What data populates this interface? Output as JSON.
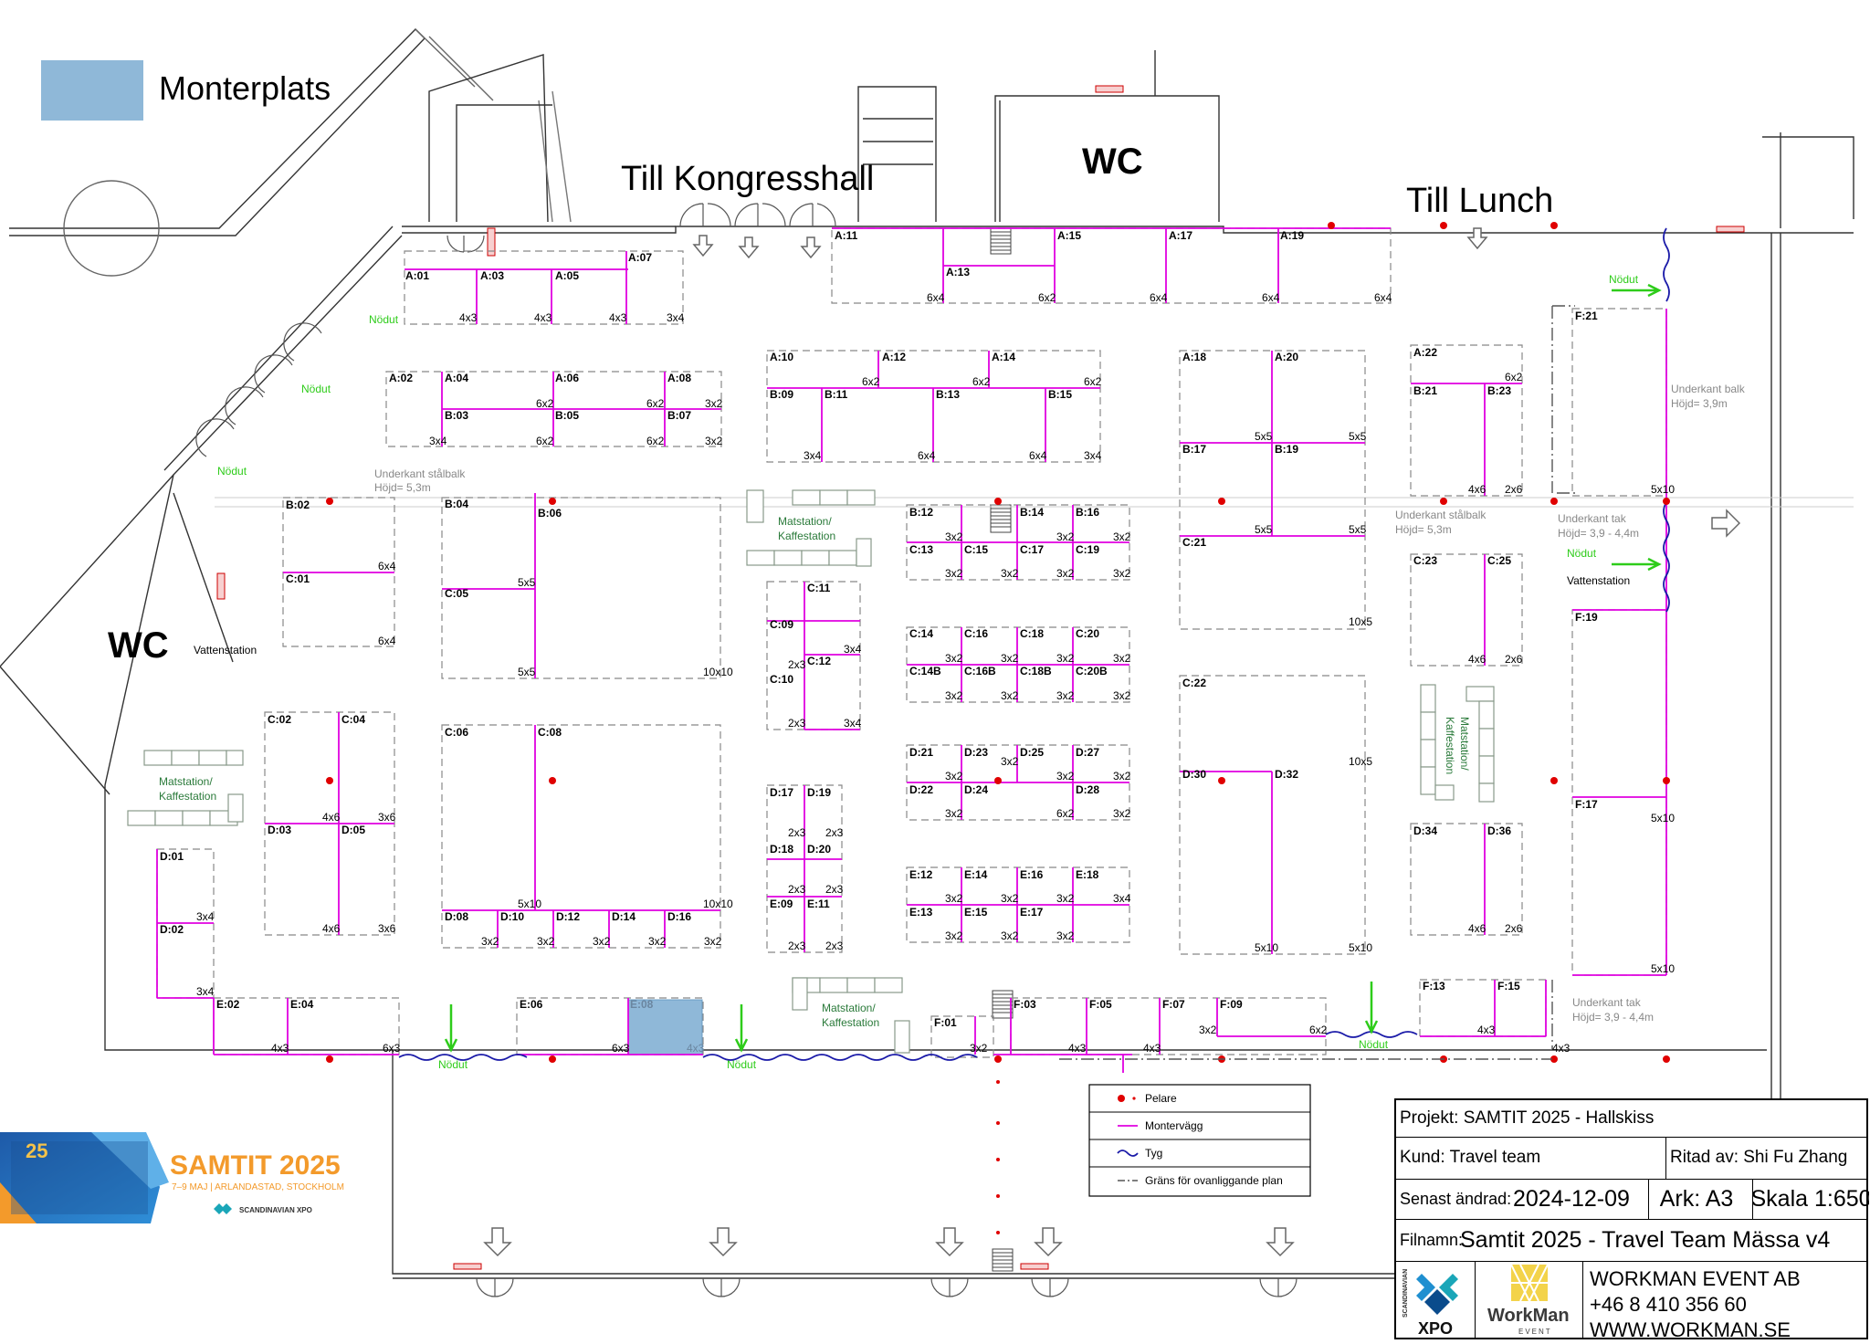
{
  "legend": {
    "label": "Monterplats",
    "color": "#8fb8d8"
  },
  "headings": {
    "kongress": "Till Kongresshall",
    "lunch": "Till Lunch",
    "wc_top": "WC",
    "wc_left": "WC"
  },
  "colors": {
    "wall": "#e000e0",
    "outline": "#888888",
    "pillar": "#e00000",
    "green": "#2ecc1a",
    "fabric": "#1a1aa8",
    "text_green": "#2a7a3a"
  },
  "labels": {
    "nodut": "Nödut",
    "matstation": [
      "Matstation/",
      "Kaffestation"
    ],
    "vattenstation": "Vattenstation",
    "underkant_stal": [
      "Underkant stålbalk",
      "Höjd= 5,3m"
    ],
    "underkant_balk": [
      "Underkant balk",
      "Höjd= 3,9m"
    ],
    "underkant_tak": [
      "Underkant tak",
      "Höjd= 3,9 - 4,4m"
    ]
  },
  "booths": [
    {
      "id": "A:01",
      "size": "4x3"
    },
    {
      "id": "A:03",
      "size": "4x3"
    },
    {
      "id": "A:05",
      "size": "4x3"
    },
    {
      "id": "A:07",
      "size": "3x4"
    },
    {
      "id": "A:11",
      "size": "6x4"
    },
    {
      "id": "A:13",
      "size": "6x2"
    },
    {
      "id": "A:15",
      "size": "6x4"
    },
    {
      "id": "A:17",
      "size": "6x4"
    },
    {
      "id": "A:19",
      "size": "6x4"
    },
    {
      "id": "A:02",
      "size": "3x4"
    },
    {
      "id": "A:04",
      "size": "6x2"
    },
    {
      "id": "A:06",
      "size": "6x2"
    },
    {
      "id": "A:08",
      "size": "3x2"
    },
    {
      "id": "B:03",
      "size": "6x2"
    },
    {
      "id": "B:05",
      "size": "6x2"
    },
    {
      "id": "B:07",
      "size": "3x2"
    },
    {
      "id": "A:10",
      "size": "6x2"
    },
    {
      "id": "A:12",
      "size": "6x2"
    },
    {
      "id": "A:14",
      "size": "6x2"
    },
    {
      "id": "B:09",
      "size": "3x4"
    },
    {
      "id": "B:11",
      "size": "6x4"
    },
    {
      "id": "B:13",
      "size": "6x4"
    },
    {
      "id": "B:15",
      "size": "3x4"
    },
    {
      "id": "A:18",
      "size": "5x5"
    },
    {
      "id": "A:20",
      "size": "5x5"
    },
    {
      "id": "B:17",
      "size": "5x5"
    },
    {
      "id": "B:19",
      "size": "5x5"
    },
    {
      "id": "C:21",
      "size": "10x5"
    },
    {
      "id": "A:22",
      "size": "6x2"
    },
    {
      "id": "B:21",
      "size": "4x6"
    },
    {
      "id": "B:23",
      "size": "2x6"
    },
    {
      "id": "F:21",
      "size": "5x10"
    },
    {
      "id": "B:02",
      "size": "6x4"
    },
    {
      "id": "C:01",
      "size": "6x4"
    },
    {
      "id": "B:04",
      "size": "5x5"
    },
    {
      "id": "B:06",
      "size": "5x5"
    },
    {
      "id": "C:05",
      "size": "10x10"
    },
    {
      "id": "B:12",
      "size": "3x2"
    },
    {
      "id": "B:14",
      "size": "3x2"
    },
    {
      "id": "B:16",
      "size": "3x2"
    },
    {
      "id": "C:13",
      "size": "3x2"
    },
    {
      "id": "C:15",
      "size": "3x2"
    },
    {
      "id": "C:17",
      "size": "3x2"
    },
    {
      "id": "C:19",
      "size": "3x2"
    },
    {
      "id": "C:11",
      "size": "3x4"
    },
    {
      "id": "C:09",
      "size": "2x3"
    },
    {
      "id": "C:12",
      "size": "3x4"
    },
    {
      "id": "C:10",
      "size": "2x3"
    },
    {
      "id": "C:14",
      "size": "3x2"
    },
    {
      "id": "C:16",
      "size": "3x2"
    },
    {
      "id": "C:18",
      "size": "3x2"
    },
    {
      "id": "C:20",
      "size": "3x2"
    },
    {
      "id": "C:14B",
      "size": "3x2"
    },
    {
      "id": "C:16B",
      "size": "3x2"
    },
    {
      "id": "C:18B",
      "size": "3x2"
    },
    {
      "id": "C:20B",
      "size": "3x2"
    },
    {
      "id": "C:23",
      "size": "4x6"
    },
    {
      "id": "C:25",
      "size": "2x6"
    },
    {
      "id": "F:19",
      "size": "5x10"
    },
    {
      "id": "C:02",
      "size": "4x6"
    },
    {
      "id": "C:04",
      "size": "3x6"
    },
    {
      "id": "D:03",
      "size": "4x6"
    },
    {
      "id": "D:05",
      "size": "3x6"
    },
    {
      "id": "C:06",
      "size": "5x10"
    },
    {
      "id": "C:08",
      "size": "10x10"
    },
    {
      "id": "D:08",
      "size": "3x2"
    },
    {
      "id": "D:10",
      "size": "3x2"
    },
    {
      "id": "D:12",
      "size": "3x2"
    },
    {
      "id": "D:14",
      "size": "3x2"
    },
    {
      "id": "D:16",
      "size": "3x2"
    },
    {
      "id": "C:22",
      "size": "10x5"
    },
    {
      "id": "D:30",
      "size": "5x10"
    },
    {
      "id": "D:32",
      "size": "5x10"
    },
    {
      "id": "D:21",
      "size": "3x2"
    },
    {
      "id": "D:23",
      "size": "3x2"
    },
    {
      "id": "D:25",
      "size": "3x2"
    },
    {
      "id": "D:27",
      "size": "3x2"
    },
    {
      "id": "D:22",
      "size": "3x2"
    },
    {
      "id": "D:24",
      "size": "6x2"
    },
    {
      "id": "D:28",
      "size": "3x2"
    },
    {
      "id": "D:17",
      "size": "2x3"
    },
    {
      "id": "D:19",
      "size": "2x3"
    },
    {
      "id": "D:18",
      "size": "2x3"
    },
    {
      "id": "D:20",
      "size": "2x3"
    },
    {
      "id": "E:09",
      "size": "2x3"
    },
    {
      "id": "E:11",
      "size": "2x3"
    },
    {
      "id": "E:12",
      "size": "3x2"
    },
    {
      "id": "E:14",
      "size": "3x2"
    },
    {
      "id": "E:16",
      "size": "3x2"
    },
    {
      "id": "E:18",
      "size": "3x4"
    },
    {
      "id": "E:13",
      "size": "3x2"
    },
    {
      "id": "E:15",
      "size": "3x2"
    },
    {
      "id": "E:17",
      "size": "3x2"
    },
    {
      "id": "D:34",
      "size": "4x6"
    },
    {
      "id": "D:36",
      "size": "2x6"
    },
    {
      "id": "F:17",
      "size": "5x10"
    },
    {
      "id": "D:01",
      "size": "3x4"
    },
    {
      "id": "D:02",
      "size": "3x4"
    },
    {
      "id": "E:02",
      "size": "4x3"
    },
    {
      "id": "E:04",
      "size": "6x3"
    },
    {
      "id": "E:06",
      "size": "6x3"
    },
    {
      "id": "E:08",
      "size": "4x3"
    },
    {
      "id": "F:01",
      "size": "3x2"
    },
    {
      "id": "F:03",
      "size": "4x3"
    },
    {
      "id": "F:05",
      "size": "4x3"
    },
    {
      "id": "F:07",
      "size": "3x2"
    },
    {
      "id": "F:09",
      "size": "6x2"
    },
    {
      "id": "F:13",
      "size": "4x3"
    },
    {
      "id": "F:15",
      "size": "4x3"
    }
  ],
  "map_legend": {
    "pillar": "Pelare",
    "wall": "Montervägg",
    "fabric": "Tyg",
    "boundary": "Gräns för ovanliggande plan"
  },
  "titleblock": {
    "project": "Projekt: SAMTIT 2025 - Hallskiss",
    "client": "Kund: Travel team",
    "drawn_by": "Ritad av: Shi Fu Zhang",
    "changed_label": "Senast ändrad:",
    "changed_date": "2024-12-09",
    "sheet": "Ark: A3",
    "scale": "Skala 1:650",
    "filename_label": "Filnamn:",
    "filename": "Samtit 2025 - Travel Team Mässa v4",
    "xpo_side": "SCANDINAVIAN",
    "xpo": "XPO",
    "workman": "WorkMan",
    "workman_sub": "EVENT",
    "company": "WORKMAN EVENT AB",
    "phone": "+46 8 410 356 60",
    "web": "WWW.WORKMAN.SE"
  },
  "banner": {
    "badge": "25",
    "title": "SAMTIT 2025",
    "subtitle": "7–9 MAJ | ARLANDASTAD, STOCKHOLM",
    "brand": "SCANDINAVIAN XPO"
  }
}
